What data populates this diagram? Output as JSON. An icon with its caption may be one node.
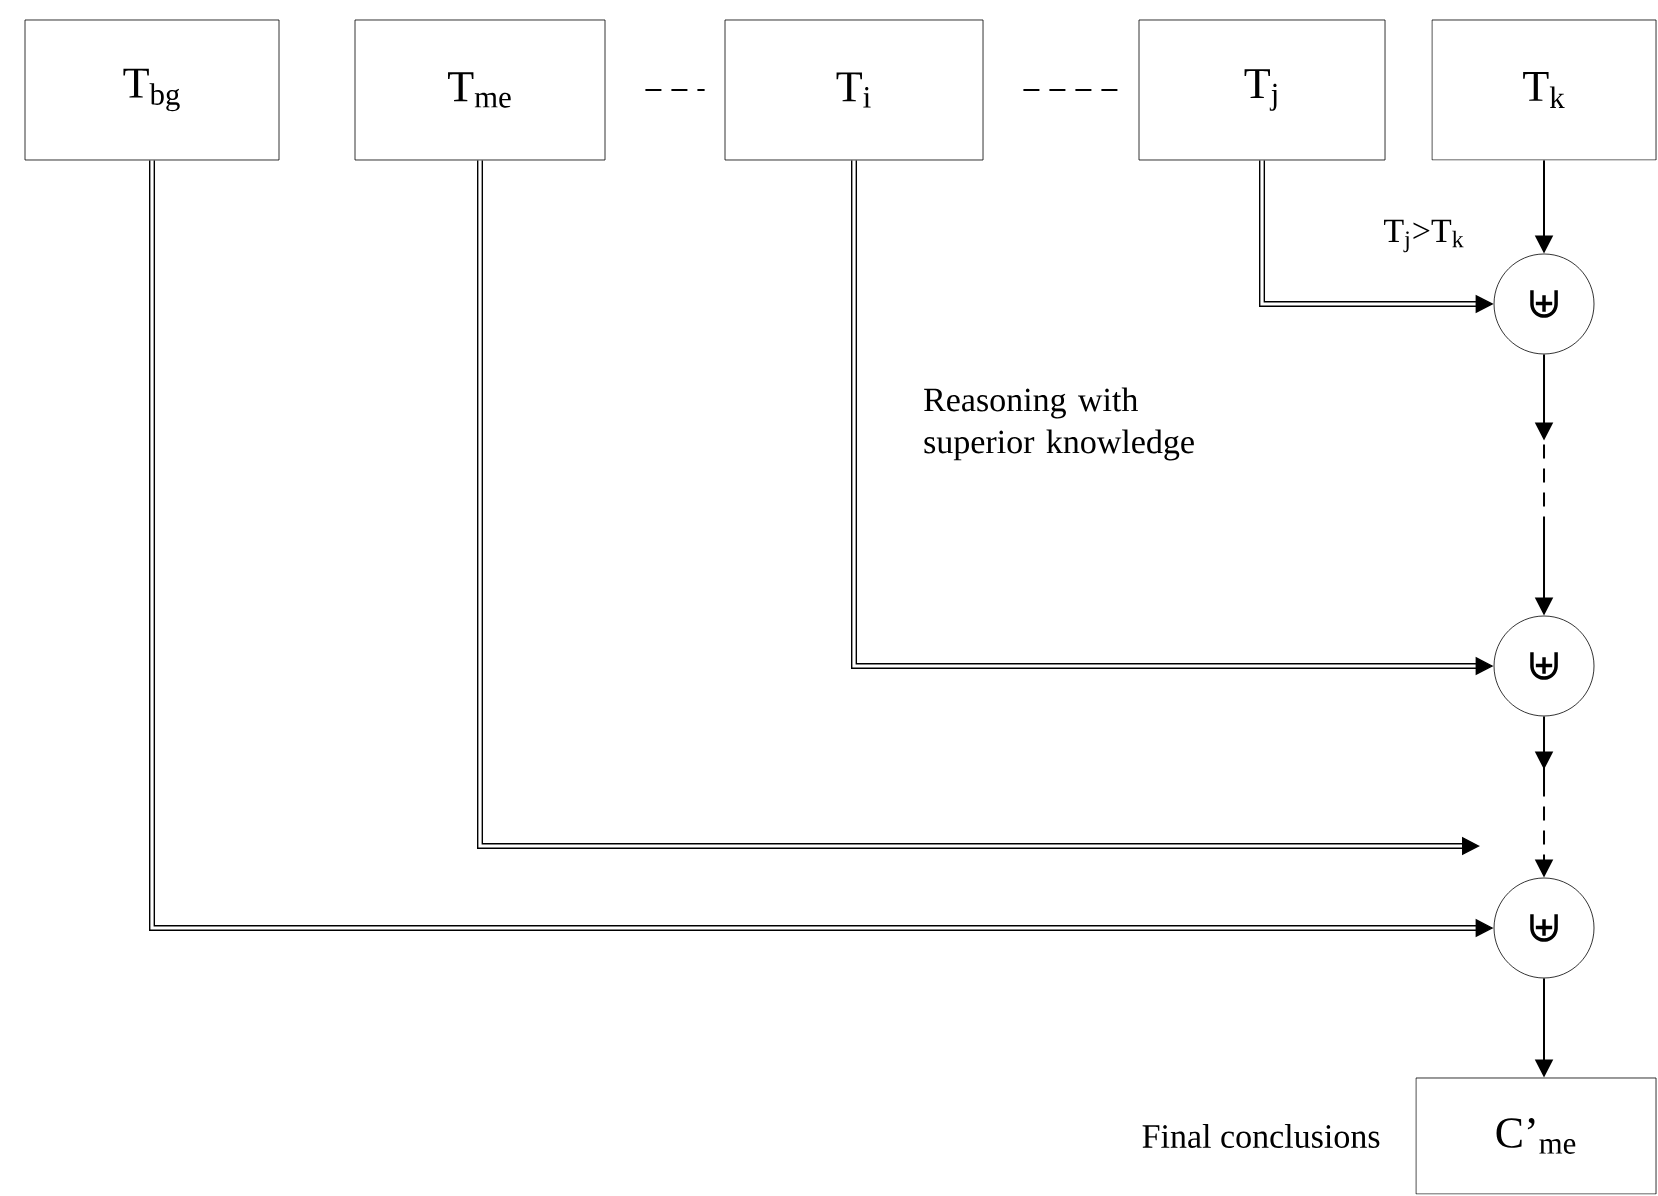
{
  "diagram": {
    "nodes": [
      {
        "text": [
          "T$_{bg}$"
        ]
      },
      {
        "text": [
          "T$_{me}$"
        ]
      },
      {
        "text": [
          "T$_{i}$"
        ]
      },
      {
        "text": [
          "T$_{j}$"
        ]
      },
      {
        "text": [
          "T$_{k}$"
        ]
      },
      {
        "text": [
          "⊎"
        ]
      },
      {
        "text": [
          "⊎"
        ]
      },
      {
        "text": [
          "⊎"
        ]
      },
      {
        "text": [
          "C’$_{me}$"
        ],
        "beside": [
          "Final conclusions"
        ]
      }
    ],
    "edges": [
      {
        "from": 1,
        "to": 2,
        "arrow": "none",
        "style": "dashed"
      },
      {
        "from": 2,
        "to": 3,
        "arrow": "none",
        "style": "dashed"
      },
      {
        "from": 4,
        "to": 5,
        "arrow": "to"
      },
      {
        "from": 3,
        "to": 5,
        "arrow": "to",
        "style": "thick"
      },
      {
        "from": 5,
        "to": 6,
        "arrow": "to",
        "style": "dashed"
      },
      {
        "from": 2,
        "to": 6,
        "arrow": "to",
        "style": "thick"
      },
      {
        "from": 1,
        "to": null,
        "arrow": "to",
        "style": "thick"
      },
      {
        "from": 6,
        "to": 7,
        "arrow": "to",
        "style": "dashed"
      },
      {
        "from": 0,
        "to": 7,
        "arrow": "to",
        "style": "thick"
      },
      {
        "from": 7,
        "to": 8,
        "arrow": "to"
      }
    ],
    "labels": [
      "T$_{j}$>T$_{k}$",
      "Reasoning with superior knowledge"
    ]
  }
}
